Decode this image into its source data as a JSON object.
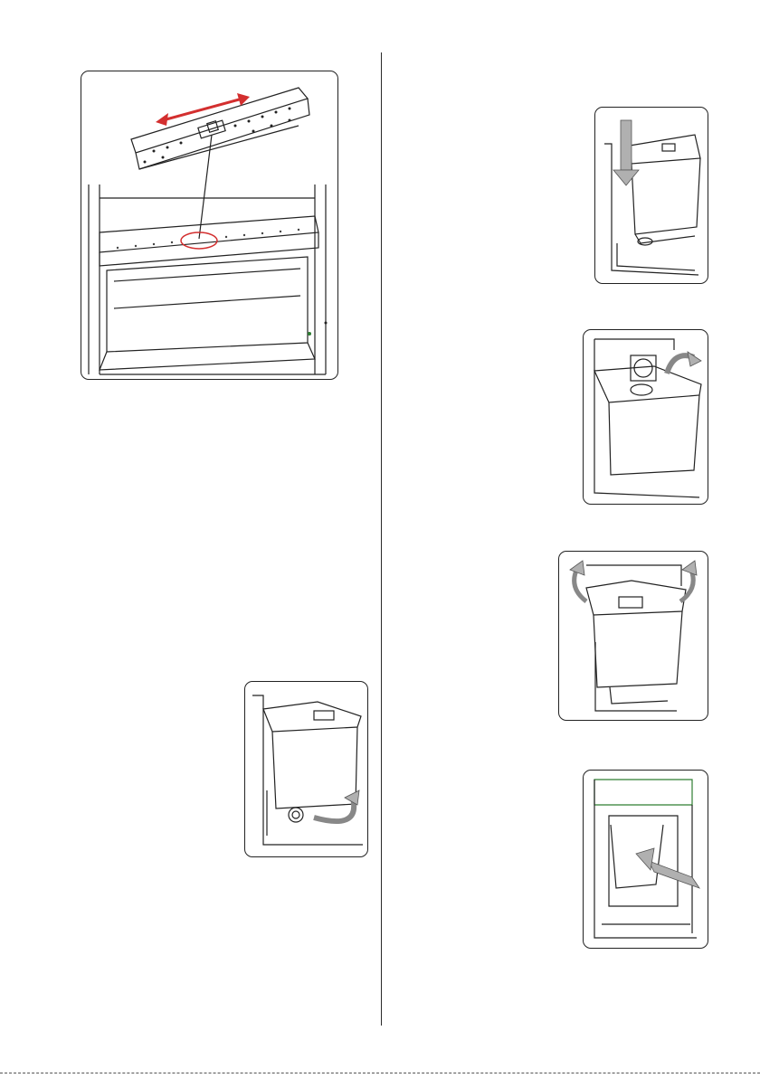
{
  "page": {
    "figures": [
      {
        "id": "shelf-slide",
        "caption": ""
      },
      {
        "id": "tank-insert",
        "caption": ""
      },
      {
        "id": "tank-lid-open",
        "caption": ""
      },
      {
        "id": "tank-lift-clips",
        "caption": ""
      },
      {
        "id": "dispenser-press",
        "caption": ""
      },
      {
        "id": "tank-remove-valve",
        "caption": ""
      }
    ]
  },
  "colors": {
    "outline": "#222222",
    "arrow_red": "#d32f2f",
    "arrow_grey": "#b0b0b0",
    "accent_green": "#2e7d32"
  },
  "icons": [
    "double-red-arrow-icon",
    "down-arrow-icon",
    "curved-arrow-icon",
    "push-arrow-icon"
  ]
}
